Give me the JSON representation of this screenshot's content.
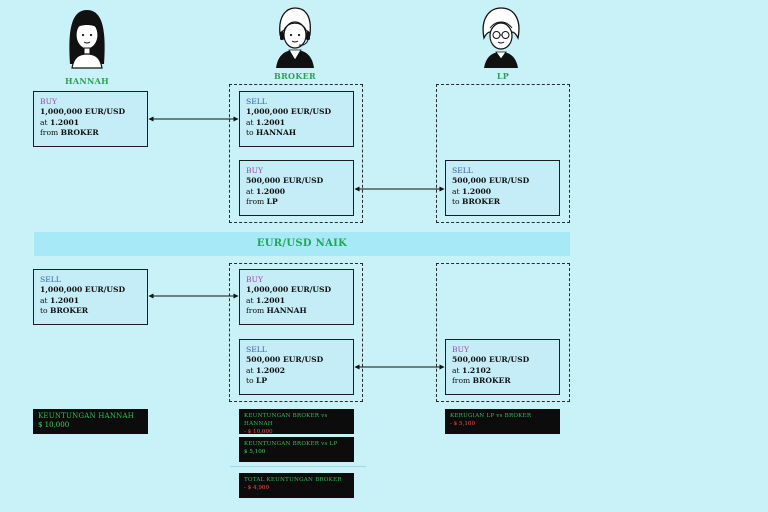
{
  "participants": {
    "hannah": "HANNAH",
    "broker": "BROKER",
    "lp": "LP"
  },
  "banner": "EUR/USD NAIK",
  "before": {
    "hannah": {
      "action": "BUY",
      "amount": "1,000,000 EUR/USD",
      "price_prefix": "at ",
      "price": "1.2001",
      "party_prefix": "from ",
      "party": "BROKER"
    },
    "broker_sell": {
      "action": "SELL",
      "amount": "1,000,000 EUR/USD",
      "price_prefix": "at ",
      "price": "1.2001",
      "party_prefix": "to ",
      "party": "HANNAH"
    },
    "broker_buy": {
      "action": "BUY",
      "amount": "500,000 EUR/USD",
      "price_prefix": "at ",
      "price": "1.2000",
      "party_prefix": "from ",
      "party": "LP"
    },
    "lp_sell": {
      "action": "SELL",
      "amount": "500,000 EUR/USD",
      "price_prefix": "at ",
      "price": "1.2000",
      "party_prefix": "to ",
      "party": "BROKER"
    }
  },
  "after": {
    "hannah": {
      "action": "SELL",
      "amount": "1,000,000 EUR/USD",
      "price_prefix": "at ",
      "price": "1.2001",
      "party_prefix": "to ",
      "party": "BROKER"
    },
    "broker_buy": {
      "action": "BUY",
      "amount": "1,000,000 EUR/USD",
      "price_prefix": "at ",
      "price": "1.2001",
      "party_prefix": "from ",
      "party": "HANNAH"
    },
    "broker_sell": {
      "action": "SELL",
      "amount": "500,000 EUR/USD",
      "price_prefix": "at ",
      "price": "1.2002",
      "party_prefix": "to ",
      "party": "LP"
    },
    "lp_buy": {
      "action": "BUY",
      "amount": "500,000 EUR/USD",
      "price_prefix": "at ",
      "price": "1.2102",
      "party_prefix": "from ",
      "party": "BROKER"
    }
  },
  "results": {
    "hannah_profit": {
      "label": "KEUNTUNGAN HANNAH",
      "value": "$ 10,000"
    },
    "broker_vs_hannah": {
      "label": "KEUNTUNGAN BROKER vs HANNAH",
      "value": "- $ 10,000"
    },
    "broker_vs_lp": {
      "label": "KEUNTUNGAN BROKER vs LP",
      "value": "$ 5,100"
    },
    "broker_total": {
      "label": "TOTAL KEUNTUNGAN BROKER",
      "value": "- $ 4,900"
    },
    "lp_loss": {
      "label": "KERUGIAN LP vs BROKER",
      "value": "- $ 5,100"
    }
  },
  "colors": {
    "background": "#c9f1f8",
    "buy": "#a24aa0",
    "sell": "#2f5fa8",
    "accent": "#2f9f58",
    "negative": "#ff4a4a"
  }
}
